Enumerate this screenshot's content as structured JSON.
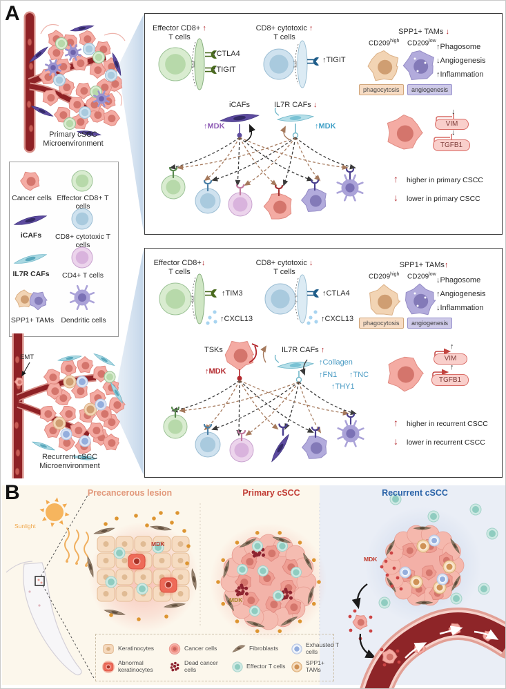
{
  "g": {
    "up": "↑",
    "down": "↓"
  },
  "a": {
    "label": "A",
    "primary1": "Primary cSCC",
    "primary2": "Microenvironment",
    "recurrent1": "Recurrent cSCC",
    "recurrent2": "Microenvironment",
    "emt": "EMT",
    "legend": [
      "Cancer cells",
      "Effector CD8+ T cells",
      "iCAFs",
      "CD8+ cytotoxic T cells",
      "IL7R CAFs",
      "CD4+ T cells",
      "SPP1+ TAMs",
      "Dendritic cells"
    ],
    "b1": {
      "g1a": "Effector CD8+",
      "g1dir": "↑",
      "g1b": "T cells",
      "g1m1": "↑CTLA4",
      "g1m2": "↑TIGIT",
      "g2a": "CD8+ cytotoxic",
      "g2dir": "↑",
      "g2b": "T cells",
      "g2m1": "↑TIGIT",
      "tam": "SPP1+ TAMs",
      "tamdir": "↓",
      "cd": "CD209",
      "hi": "high",
      "lo": "low",
      "fx": [
        "↑Phagosome",
        "↓Angiogenesis",
        "↑Inflammation"
      ],
      "badge1": "phagocytosis",
      "badge2": "angiogenesis",
      "caf1": "iCAFs",
      "caf1mdk": "↑MDK",
      "caf2": "IL7R CAFs",
      "caf2dir": "↓",
      "caf2mdk": "↑MDK",
      "vim": "VIM",
      "tgfb": "TGFB1",
      "keyup": "higher in primary CSCC",
      "keydown": "lower in primary CSCC"
    },
    "b2": {
      "g1a": "Effector CD8+",
      "g1dir": "↓",
      "g1b": "T cells",
      "g1m1": "↑TIM3",
      "g1m2": "↑CXCL13",
      "g2a": "CD8+ cytotoxic",
      "g2dir": "↓",
      "g2b": "T cells",
      "g2m1": "↑CTLA4",
      "g2m2": "↑CXCL13",
      "tam": "SPP1+ TAMs",
      "tamdir": "↑",
      "cd": "CD209",
      "hi": "high",
      "lo": "low",
      "fx": [
        "↓Phagosome",
        "↑Angiogenesis",
        "↓Inflammation"
      ],
      "badge1": "phagocytosis",
      "badge2": "angiogenesis",
      "tsk": "TSKs",
      "tskmdk": "↑MDK",
      "caf2": "IL7R CAFs",
      "caf2dir": "↑",
      "ecm": [
        "↑Collagen",
        "↑FN1",
        "↑TNC",
        "↑THY1"
      ],
      "vim": "VIM",
      "tgfb": "TGFB1",
      "keyup": "higher in recurrent CSCC",
      "keydown": "lower in recurrent CSCC"
    }
  },
  "b": {
    "label": "B",
    "sunlight": "Sunlight",
    "h1": "Precancerous lesion",
    "h2": "Primary cSCC",
    "h3": "Recurrent cSCC",
    "mdk1": "MDK",
    "mdk2": "MDK",
    "mdk3": "MDK",
    "legend": [
      "Keratinocytes",
      "Abnormal keratinocytes",
      "Cancer cells",
      "Dead cancer cells",
      "Fibroblasts",
      "Effector T cells",
      "Exhausted T cells",
      "SPP1+ TAMs"
    ]
  }
}
